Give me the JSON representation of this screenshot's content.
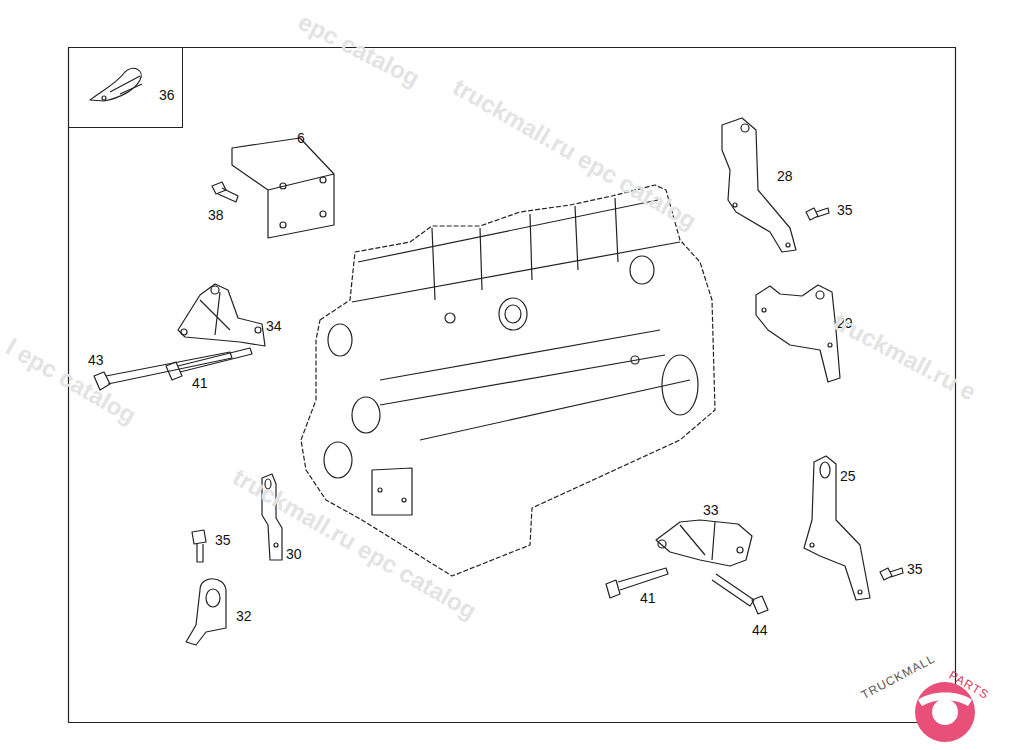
{
  "diagram": {
    "nodes": [
      {
        "text": [
          "36"
        ]
      }
    ],
    "labels": [
      "6",
      "38",
      "28",
      "35",
      "34",
      "29",
      "43",
      "41",
      "25",
      "35",
      "33",
      "30",
      "35",
      "32",
      "41",
      "44",
      "epc catalog",
      "truckmall.ru epc catalog",
      "l epc catalog",
      "truckmall.ru e",
      "truckmall.ru epc catalog",
      "TRUCKMALL",
      "PARTS"
    ]
  }
}
